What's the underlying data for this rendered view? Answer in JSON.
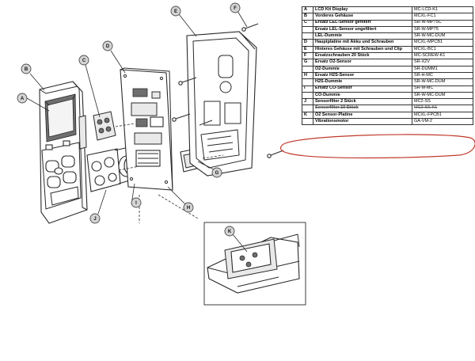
{
  "callouts": {
    "A": "A",
    "B": "B",
    "C": "C",
    "D": "D",
    "E": "E",
    "F": "F",
    "G": "G",
    "H": "H",
    "I": "I",
    "J": "J",
    "K": "K"
  },
  "parts": [
    {
      "key": "A",
      "desc": "LCD Kit Display",
      "pn": "MC-LCD-K1"
    },
    {
      "key": "B",
      "desc": "Vorderes Gehäuse",
      "pn": "MCXL-FC1"
    },
    {
      "key": "C",
      "desc": "Ersatz LEL-Sensor gefiltert",
      "pn": "SR-W-MP75C"
    },
    {
      "key": "",
      "desc": "Ersatz LEL-Sensor ungefiltert",
      "pn": "SR-W-MP75"
    },
    {
      "key": "",
      "desc": "LEL-Dummie",
      "pn": "SR-W-MC-DUM"
    },
    {
      "key": "D",
      "desc": "Hauptplatine mit Akku und Schrauben",
      "pn": "MCXL-MPCB1"
    },
    {
      "key": "E",
      "desc": "Hinteres Gehäuse mit Schrauben und Clip",
      "pn": "MCXL-BC1"
    },
    {
      "key": "F",
      "desc": "Ersatzschrauben 20 Stück",
      "pn": "MC-SCREW-K1"
    },
    {
      "key": "G",
      "desc": "Ersatz O2-Sensor",
      "pn": "SR-X2V"
    },
    {
      "key": "",
      "desc": "O2-Dummie",
      "pn": "SR-DUMM1"
    },
    {
      "key": "H",
      "desc": "Ersatz H2S-Sensor",
      "pn": "SR-H-MC"
    },
    {
      "key": "",
      "desc": "H2S-Dummie",
      "pn": "SR-W-MC-DUM"
    },
    {
      "key": "I",
      "desc": "Ersatz CO-Sensor",
      "pn": "SR-M-MC"
    },
    {
      "key": "",
      "desc": "CO-Dummie",
      "pn": "SR-W-MC-DUM"
    },
    {
      "key": "J",
      "desc": "Sensorfilter 2 Stück",
      "pn": "MC2-SS"
    },
    {
      "key": "",
      "desc": "Sensorfilter 10 Stück",
      "pn": "MC2-SS-K1",
      "struck": true
    },
    {
      "key": "K",
      "desc": "O2 Sensor-Platine",
      "pn": "MCXL-FPCB1"
    },
    {
      "key": "",
      "desc": "Vibrationsmotor",
      "pn": "GA-VM-2"
    }
  ],
  "colors": {
    "line": "#2a2a2a",
    "callout_fill": "#d4d4d4",
    "highlight": "#c0392b"
  }
}
